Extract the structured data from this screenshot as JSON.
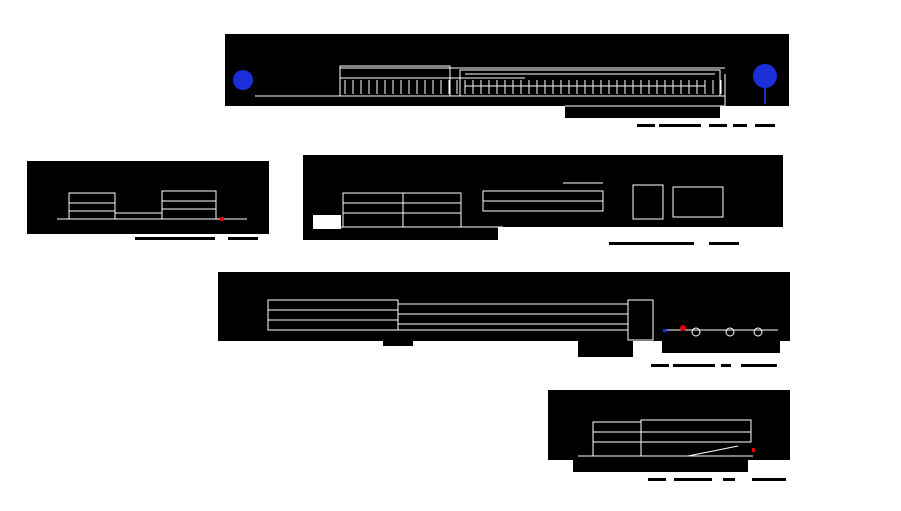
{
  "canvas": {
    "background": "#ffffff"
  },
  "colors": {
    "panel": "#000000",
    "line": "#ffffff",
    "tree": "#1a2fd8",
    "accent_red": "#e00000",
    "accent_blue": "#1a2fd8"
  },
  "drawings": [
    {
      "id": "elevation-1",
      "icons": [
        "tree-left-icon",
        "tree-right-icon"
      ]
    },
    {
      "id": "elevation-2",
      "icons": [
        "red-marker-icon"
      ]
    },
    {
      "id": "elevation-3",
      "icons": []
    },
    {
      "id": "elevation-4",
      "icons": [
        "blue-marker-icon",
        "red-marker-icon",
        "tree-row-icon"
      ]
    },
    {
      "id": "elevation-5",
      "icons": [
        "red-marker-icon"
      ]
    }
  ]
}
